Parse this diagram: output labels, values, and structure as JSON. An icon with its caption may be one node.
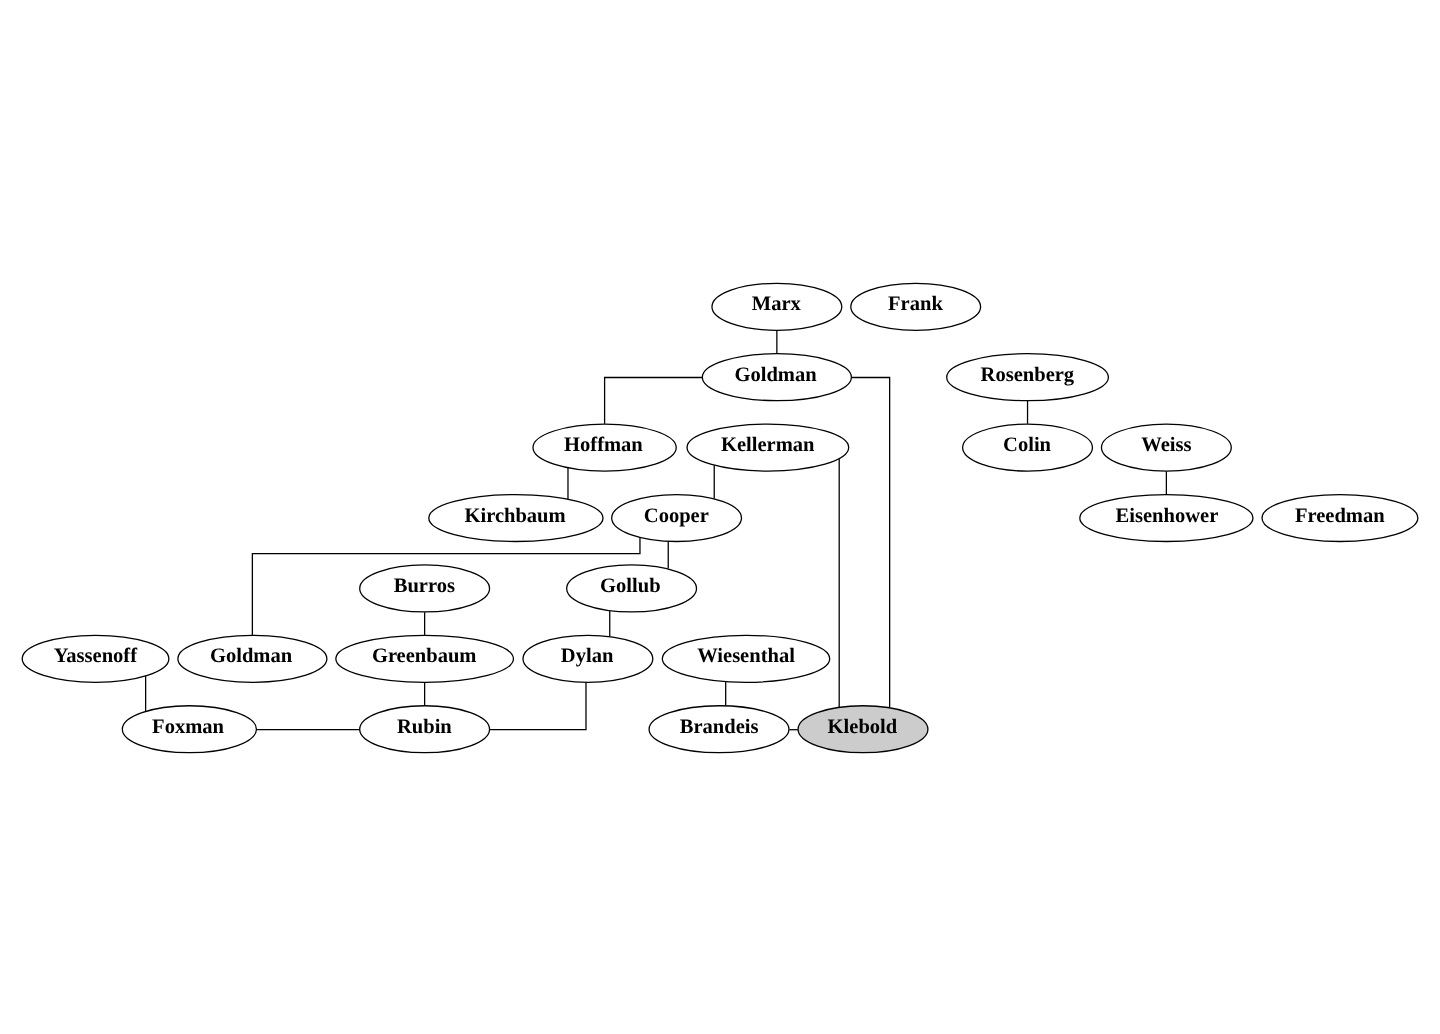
{
  "diagram": {
    "nodes": [
      {
        "text": [
          "Marx"
        ]
      },
      {
        "text": [
          "Goldman"
        ]
      },
      {
        "text": [
          "Rosenberg"
        ]
      },
      {
        "text": [
          "Frank"
        ]
      },
      {
        "text": [
          "Weiss"
        ]
      },
      {
        "text": [
          "Kellerman"
        ]
      },
      {
        "text": [
          "Hoffman"
        ]
      },
      {
        "text": [
          "Colin"
        ]
      },
      {
        "text": [
          "Eisenhower"
        ]
      },
      {
        "text": [
          "Cooper"
        ]
      },
      {
        "text": [
          "Kirchbaum"
        ]
      },
      {
        "text": [
          "Freedman"
        ]
      },
      {
        "text": [
          "Gollub"
        ]
      },
      {
        "text": [
          "Wiesenthal"
        ]
      },
      {
        "text": [
          "Goldman"
        ]
      },
      {
        "text": [
          "Burros"
        ]
      },
      {
        "text": [
          "Yassenoff"
        ]
      },
      {
        "text": [
          "Dylan"
        ]
      },
      {
        "text": [
          "Brandeis"
        ]
      },
      {
        "text": [
          "Klebold"
        ]
      },
      {
        "text": [
          "Greenbaum"
        ]
      },
      {
        "text": [
          "Foxman"
        ]
      },
      {
        "text": [
          "Rubin"
        ]
      }
    ],
    "edges": [
      {
        "from": 0,
        "to": 1,
        "arrow": "none"
      },
      {
        "from": 1,
        "to": 19,
        "arrow": "none"
      },
      {
        "from": 1,
        "to": 6,
        "arrow": "none"
      },
      {
        "from": 2,
        "to": 7,
        "arrow": "none"
      },
      {
        "from": 5,
        "to": 19,
        "arrow": "none"
      },
      {
        "from": 6,
        "to": 10,
        "arrow": "none"
      },
      {
        "from": 4,
        "to": 8,
        "arrow": "none"
      },
      {
        "from": 5,
        "to": 9,
        "arrow": "none"
      },
      {
        "from": 9,
        "to": 12,
        "arrow": "none"
      },
      {
        "from": 9,
        "to": 14,
        "arrow": "none"
      },
      {
        "from": 12,
        "to": 17,
        "arrow": "none"
      },
      {
        "from": 13,
        "to": 18,
        "arrow": "none"
      },
      {
        "from": 18,
        "to": 19,
        "arrow": "none"
      },
      {
        "from": 16,
        "to": 21,
        "arrow": "none"
      },
      {
        "from": 15,
        "to": 20,
        "arrow": "none"
      },
      {
        "from": 20,
        "to": 22,
        "arrow": "none"
      },
      {
        "from": 17,
        "to": 22,
        "arrow": "none"
      },
      {
        "from": 21,
        "to": 22,
        "arrow": "none"
      }
    ]
  }
}
